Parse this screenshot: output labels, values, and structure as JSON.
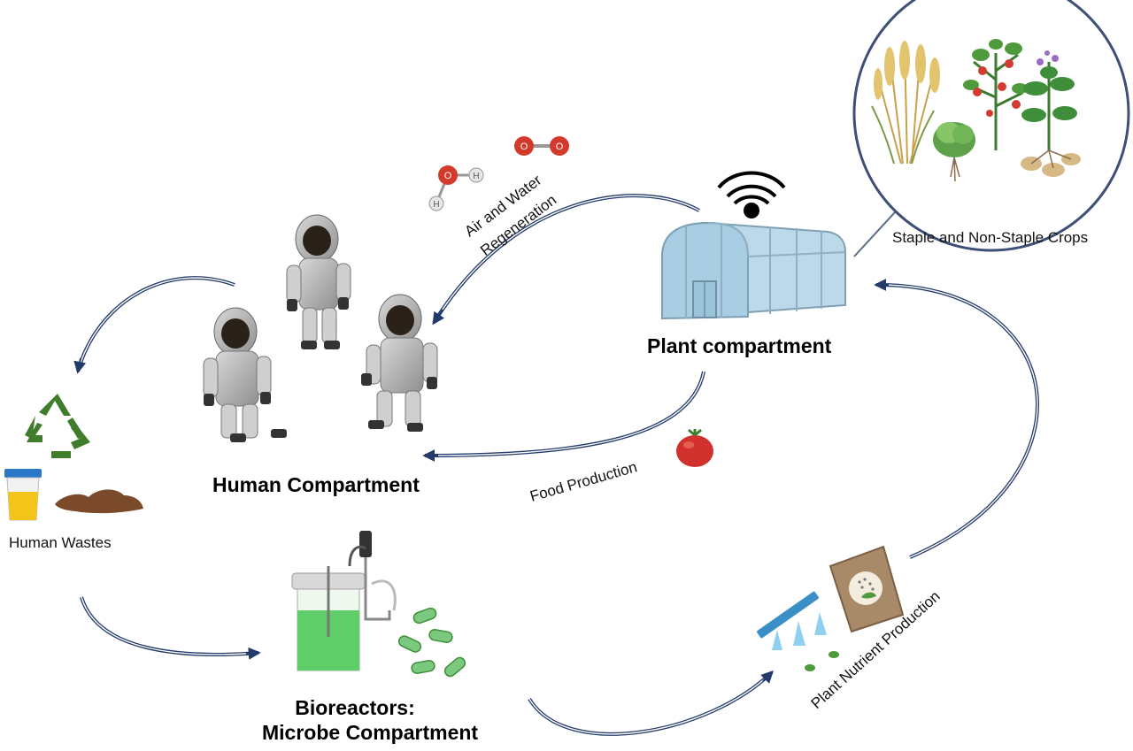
{
  "title": "Bioregenerative life support loop",
  "labels": {
    "human_compartment": "Human Compartment",
    "plant_compartment": "Plant compartment",
    "bioreactors_line1": "Bioreactors:",
    "bioreactors_line2": "Microbe Compartment",
    "human_wastes": "Human Wastes",
    "staple_crops": "Staple and Non-Staple Crops",
    "food_production": "Food Production",
    "air_water_line1": "Air and Water",
    "air_water_line2": "Regeneration",
    "plant_nutrient": "Plant Nutrient Production"
  },
  "molecules": {
    "water_h1": "H",
    "water_h2": "H",
    "water_o": "O",
    "oxygen_o1": "O",
    "oxygen_o2": "O"
  },
  "colors": {
    "arrow": "#233a6b",
    "circle_border": "#3d4f78",
    "bioreactor_liquid": "#5fce6a",
    "recycle": "#3f7d2c",
    "tomato": "#d0312d",
    "greenhouse": "#bcd9ea"
  }
}
